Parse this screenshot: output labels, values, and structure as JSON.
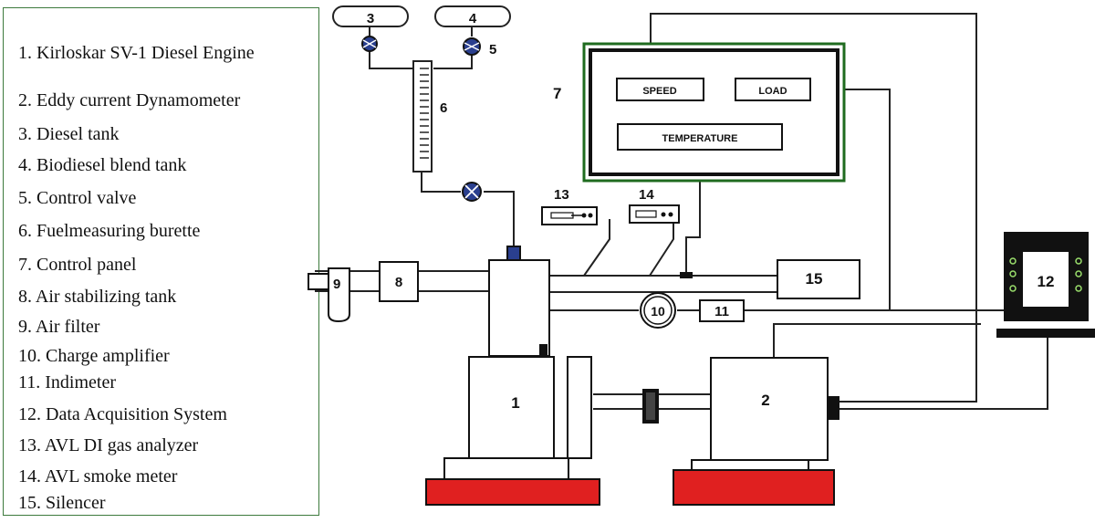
{
  "legend": {
    "items": [
      "1. Kirloskar SV-1 Diesel Engine",
      "2. Eddy current Dynamometer",
      "3. Diesel tank",
      "4. Biodiesel blend tank",
      "5. Control valve",
      "6. Fuelmeasuring burette",
      "7. Control panel",
      "8. Air stabilizing tank",
      "9. Air filter",
      "10. Charge amplifier",
      "11. Indimeter",
      "12. Data Acquisition System",
      "13. AVL DI gas analyzer",
      "14. AVL smoke meter",
      "15. Silencer"
    ]
  },
  "panel": {
    "speed": "SPEED",
    "load": "LOAD",
    "temperature": "TEMPERATURE"
  },
  "numbers": {
    "n1": "1",
    "n2": "2",
    "n3": "3",
    "n4": "4",
    "n5": "5",
    "n6": "6",
    "n7": "7",
    "n8": "8",
    "n9": "9",
    "n10": "10",
    "n11": "11",
    "n12": "12",
    "n13": "13",
    "n14": "14",
    "n15": "15"
  },
  "colors": {
    "base_red": "#e02020",
    "panel_border": "#1f6b1f",
    "legend_border": "#3d7a3d",
    "valve_blue": "#2a3f8f"
  }
}
